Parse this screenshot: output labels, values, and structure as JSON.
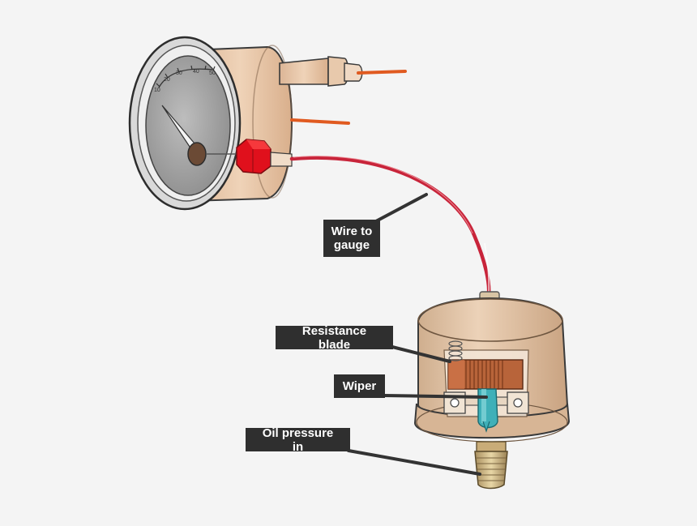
{
  "diagram": {
    "labels": {
      "wire_to_gauge": "Wire to\ngauge",
      "resistance_blade": "Resistance blade",
      "wiper": "Wiper",
      "oil_pressure_in": "Oil pressure in"
    },
    "gauge_dial": {
      "ticks": [
        "10",
        "20",
        "30",
        "40",
        "50"
      ]
    },
    "colors": {
      "background": "#f4f4f4",
      "callout_bg": "#2f2f2f",
      "callout_text": "#ffffff",
      "body_tan": "#e7c6a8",
      "wire_red": "#c8243a",
      "wire_orange": "#e05a20",
      "connector_red": "#e0101c",
      "wiper_teal": "#3fb0b8",
      "resistance_copper": "#b8643a"
    }
  }
}
